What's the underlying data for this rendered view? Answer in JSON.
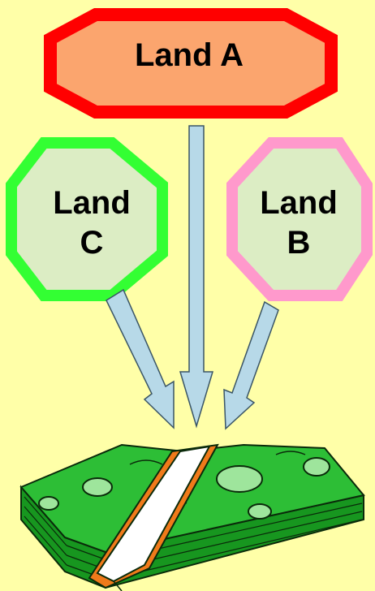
{
  "nodes": {
    "land_a": {
      "label": "Land A",
      "fill": "#FBA56E",
      "border": "#FF0000"
    },
    "land_c": {
      "line1": "Land",
      "line2": "C",
      "fill": "#DCEDC4",
      "border": "#33FF33"
    },
    "land_b": {
      "line1": "Land",
      "line2": "B",
      "fill": "#DCEDC4",
      "border": "#FF99CC"
    }
  },
  "arrows": {
    "fill": "#B7D9E8",
    "stroke": "#3A5566"
  },
  "money": {
    "icon": "money-stack-icon",
    "bill_color": "#1FAF2A",
    "band_color": "#F07A1A"
  },
  "background": "#FFFFA8"
}
